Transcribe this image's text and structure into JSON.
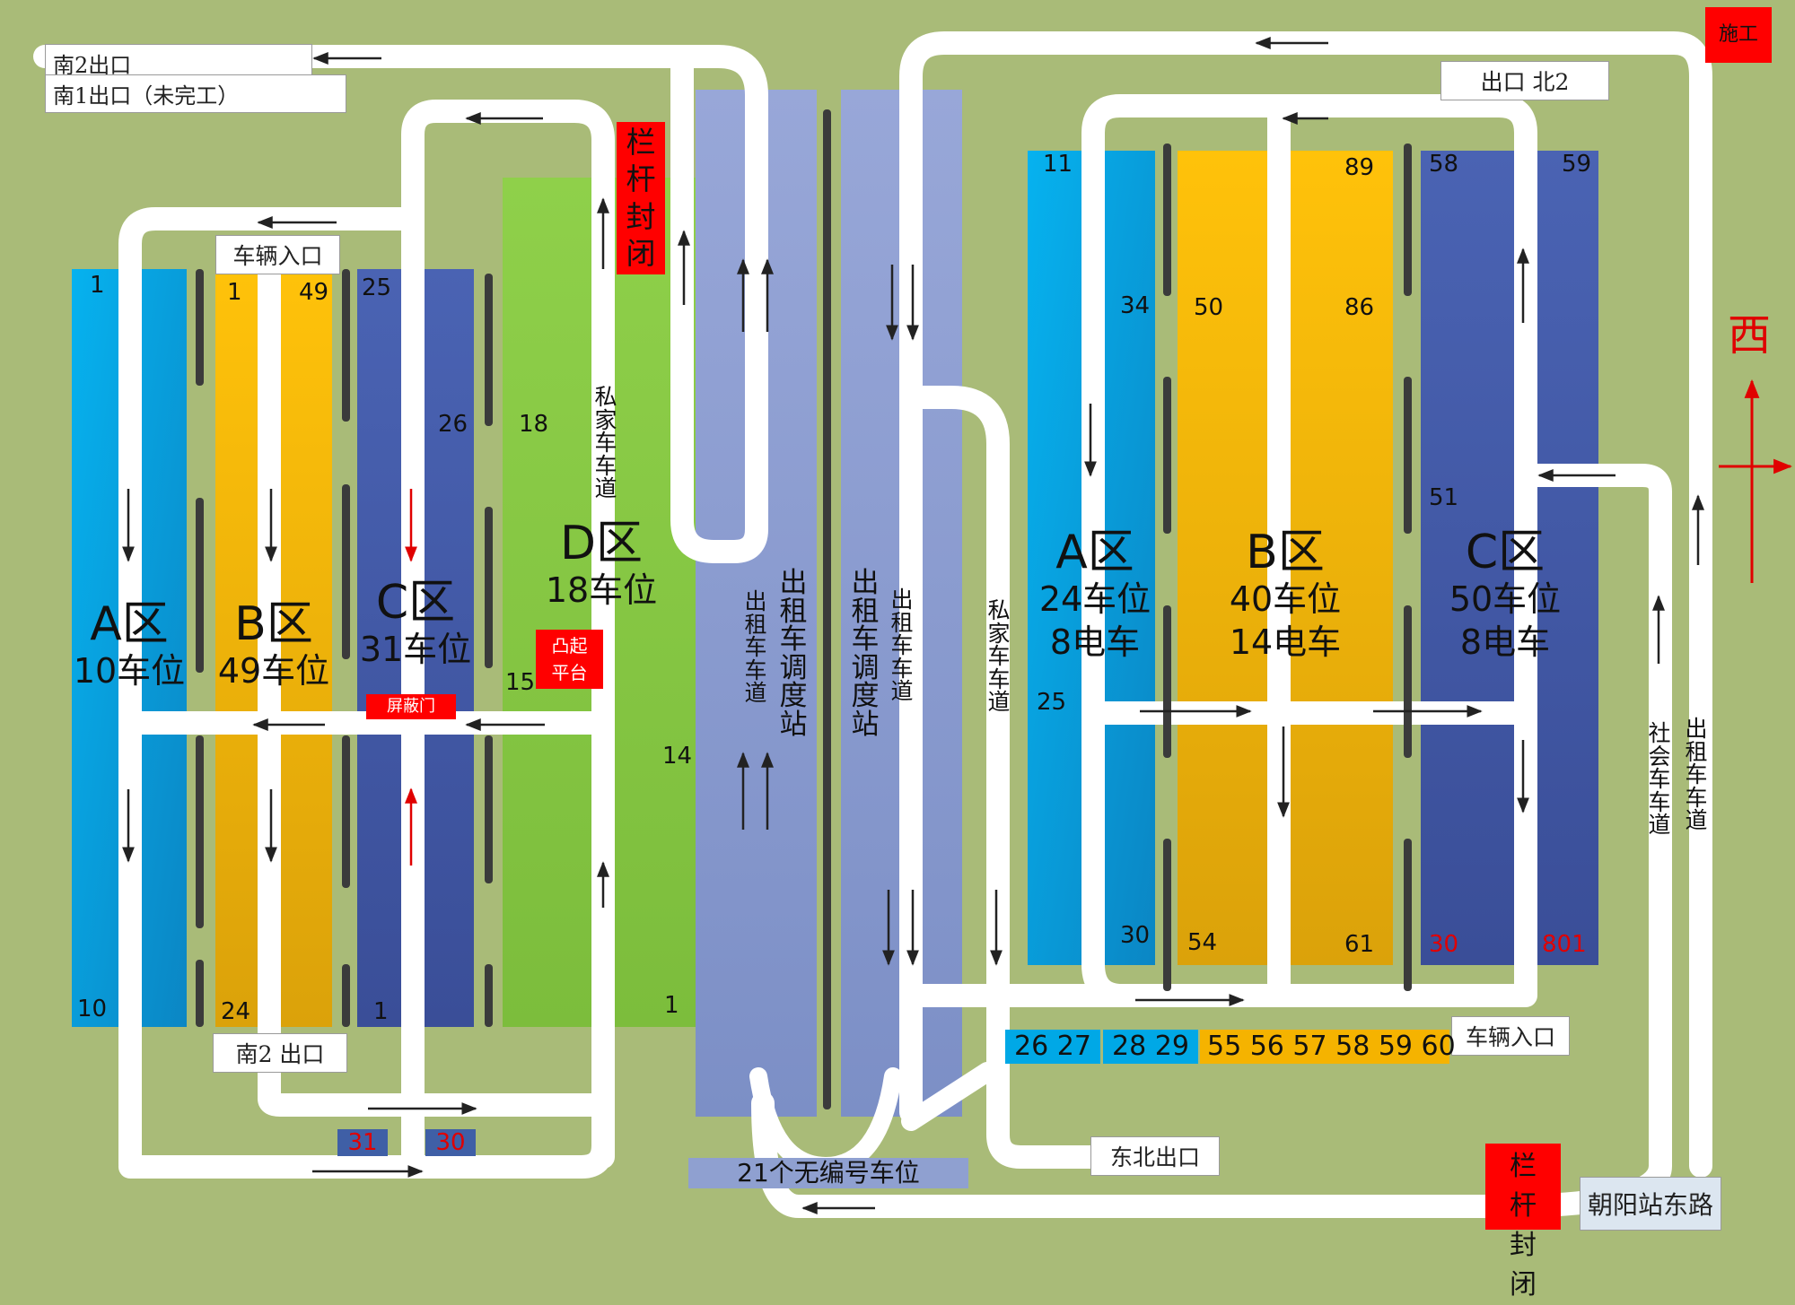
{
  "exits": {
    "south2": "南2出口",
    "south1": "南1出口（未完工）",
    "north2": "出口 北2",
    "south2_b": "南2 出口",
    "northeast": "东北出口"
  },
  "entrances": {
    "left": "车辆入口",
    "right": "车辆入口"
  },
  "road": "朝阳站东路",
  "construction": "施工",
  "barrier_top": "栏杆封闭",
  "barrier_bottom": "栏杆封闭",
  "raised_platform": "凸起平台",
  "shield_door": "屏蔽门",
  "compass": "西",
  "lanes": {
    "private_left": "私家车车道",
    "private_right": "私家车车道",
    "taxi_left": "出租车车道",
    "taxi_right": "出租车车道",
    "taxi_far_right": "出租车车道",
    "social": "社会车车道",
    "dispatch_left": "出租车调度站",
    "dispatch_right": "出租车调度站"
  },
  "west_zones": {
    "A": {
      "title": "A区",
      "spaces": "10车位",
      "first": "1",
      "last": "10"
    },
    "B": {
      "title": "B区",
      "spaces": "49车位",
      "first": "1",
      "top_right": "49",
      "last": "24"
    },
    "C": {
      "title": "C区",
      "spaces": "31车位",
      "top": "25",
      "mid": "26",
      "last": "1"
    },
    "D": {
      "title": "D区",
      "spaces": "18车位",
      "n18": "18",
      "n15": "15",
      "n14": "14",
      "n1": "1"
    }
  },
  "east_zones": {
    "A": {
      "title": "A区",
      "spaces": "24车位",
      "ev": "8电车",
      "n11": "11",
      "n34": "34",
      "n25": "25",
      "n30": "30"
    },
    "B": {
      "title": "B区",
      "spaces": "40车位",
      "ev": "14电车",
      "n89": "89",
      "n50": "50",
      "n86": "86",
      "n54": "54",
      "n61": "61"
    },
    "C": {
      "title": "C区",
      "spaces": "50车位",
      "ev": "8电车",
      "n58": "58",
      "n59": "59",
      "n51": "51",
      "n30": "30",
      "n801": "801"
    }
  },
  "bottom_spaces": {
    "s31": "31",
    "s30": "30",
    "unnumbered": "21个无编号车位",
    "blue1": "26 27",
    "blue2": "28 29",
    "orange": "55 56 57 58 59 60"
  },
  "colors": {
    "ground": "#a9bb78",
    "zone_a": "#00a8e6",
    "zone_b": "#f5b300",
    "zone_c": "#3d56a8",
    "zone_d": "#88c84a",
    "dispatch": "#8fa0d0",
    "alert": "#ff0000"
  }
}
